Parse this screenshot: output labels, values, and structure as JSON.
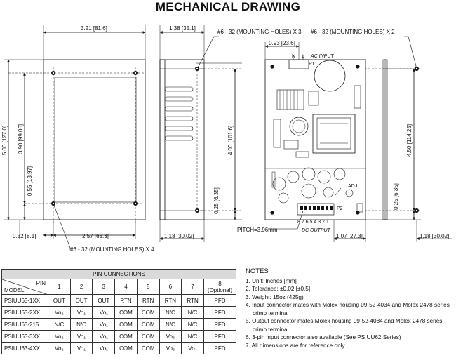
{
  "title": "MECHANICAL DRAWING",
  "dims": {
    "width_top": "3.21 [81.6]",
    "depth_top": "1.38 [35.1]",
    "holes_x3": "#6 - 32 (MOUNTING HOLES) X 3",
    "holes_x2": "#6 - 32 (MOUNTING HOLES) X 2",
    "holes_x4": "#6 - 32 (MOUNTING HOLES) X 4",
    "connector_offset": "0.93 [23.6]",
    "height_total": "5.00 [127.0]",
    "hole_spacing_v": "3.90 [99.06]",
    "hole_bottom": "0.55 [13.97]",
    "hole_left": "0.32 [8.1]",
    "hole_spacing_h": "2.57 [65.3]",
    "side_depth": "1.18 [30.02]",
    "side_hole_spacing": "4.00 [101.6]",
    "side_hole_bottom": "0.25 [6.35]",
    "pcb_hole_spacing": "4.50 [114.25]",
    "pcb_hole_bottom": "0.25 [6.35]",
    "pcb_depth": "1.18 [30.02]",
    "pitch": "PITCH=3.96mm",
    "conn_right": "1.07 [27.3]"
  },
  "labels": {
    "n": "N",
    "l": "L",
    "ac_input": "AC INPUT",
    "p1": "P1",
    "p2": "P2",
    "adj": "ADJ",
    "dc_output": "DC OUTPUT",
    "pin_numbers": "8 7 6 5 4 3 2 1"
  },
  "table": {
    "title": "PIN CONNECTIONS",
    "pin_header": "PIN",
    "model_header": "MODEL",
    "pins": [
      "1",
      "2",
      "3",
      "4",
      "5",
      "6",
      "7"
    ],
    "pin8": "8",
    "pin8_sub": "(Optional)",
    "rows": [
      {
        "model": "PSIUU63-1XX",
        "cells": [
          "OUT",
          "OUT",
          "OUT",
          "RTN",
          "RTN",
          "RTN",
          "RTN",
          "PFD"
        ]
      },
      {
        "model": "PSIUU63-2XX",
        "cells": [
          "Vo₂",
          "Vo₁",
          "Vo₁",
          "COM",
          "COM",
          "N/C",
          "N/C",
          "PFD"
        ]
      },
      {
        "model": "PSIUU63-215",
        "cells": [
          "N/C",
          "N/C",
          "Vo₁",
          "COM",
          "COM",
          "N/C",
          "N/C",
          "PFD"
        ]
      },
      {
        "model": "PSIUU63-3XX",
        "cells": [
          "Vo₂",
          "Vo₁",
          "Vo₁",
          "COM",
          "COM",
          "Vo₃",
          "N/C",
          "PFD"
        ]
      },
      {
        "model": "PSIUU63-4XX",
        "cells": [
          "Vo₂",
          "Vo₁",
          "Vo₁",
          "COM",
          "COM",
          "Vo₃",
          "Vo₄",
          "PFD"
        ]
      }
    ]
  },
  "notes": {
    "title": "NOTES",
    "items": [
      "1. Unit: Inches [mm]",
      "2. Tolerance: ±0.02 [±0.5]",
      "3. Weight: 15oz (425g)",
      "4. Input connector mates with Molex housing 09-52-4034 and Molex 2478 series crimp terminal",
      "5. Output connector mates Molex housing 09-52-4084 and Molex 2478 series crimp terminal.",
      "6. 3-pin input connector also available (See PSIUU62 Series)",
      "7. All dimensions are for reference only"
    ]
  }
}
